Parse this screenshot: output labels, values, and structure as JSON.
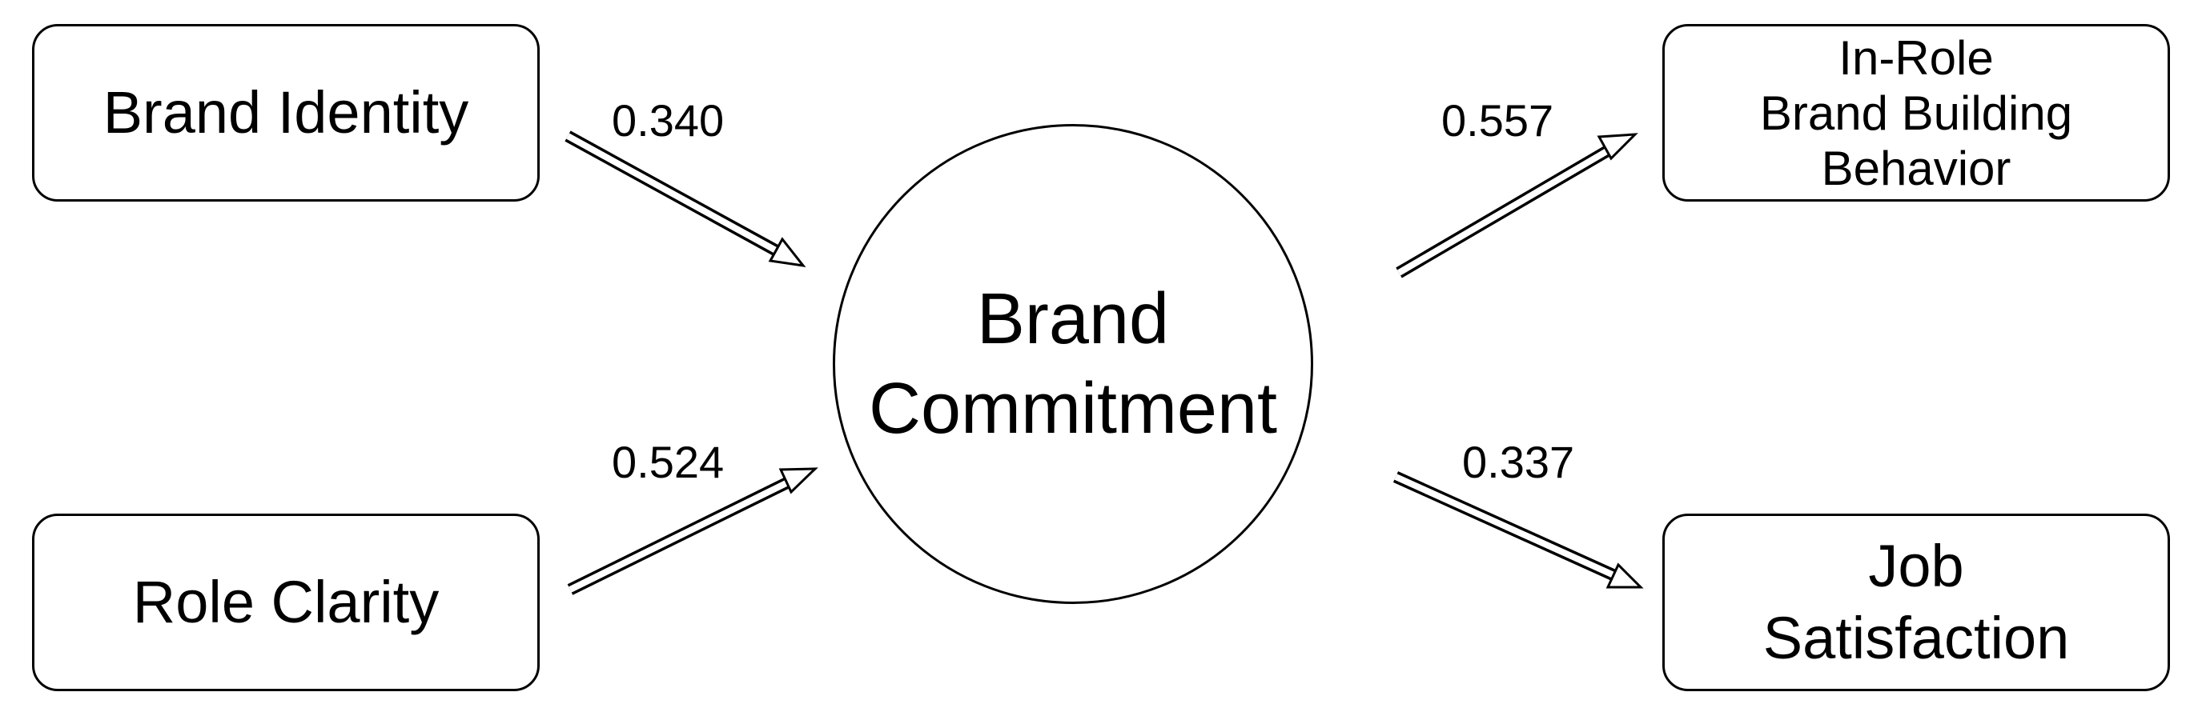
{
  "nodes": {
    "brand_identity": "Brand Identity",
    "role_clarity": "Role Clarity",
    "brand_commitment": [
      "Brand",
      "Commitment"
    ],
    "in_role": [
      "In-Role",
      "Brand Building",
      "Behavior"
    ],
    "job_satisfaction": [
      "Job",
      "Satisfaction"
    ]
  },
  "paths": [
    {
      "from": "Brand Identity",
      "to": "Brand Commitment",
      "coefficient": "0.340"
    },
    {
      "from": "Role Clarity",
      "to": "Brand Commitment",
      "coefficient": "0.524"
    },
    {
      "from": "Brand Commitment",
      "to": "In-Role Brand Building Behavior",
      "coefficient": "0.557"
    },
    {
      "from": "Brand Commitment",
      "to": "Job Satisfaction",
      "coefficient": "0.337"
    }
  ]
}
